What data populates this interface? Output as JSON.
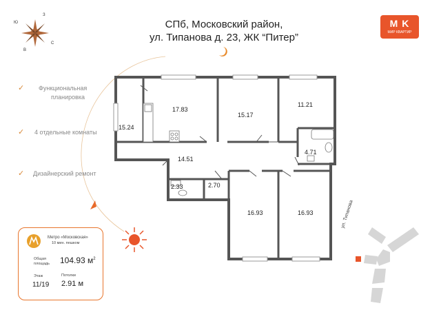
{
  "header": {
    "title_line1": "СПб, Московский район,",
    "title_line2": "ул. Типанова д. 23, ЖК “Питер”"
  },
  "logo": {
    "mark": "M K",
    "subtitle": "МИР КВАРТИР",
    "color": "#e8552b"
  },
  "compass": {
    "n": "З",
    "w": "Ю",
    "e": "С",
    "s": "В"
  },
  "features": [
    {
      "line1": "Функциональная",
      "line2": "планировка"
    },
    {
      "line1": "4 отдельные комнаты",
      "line2": ""
    },
    {
      "line1": "Дизайнерский ремонт",
      "line2": ""
    }
  ],
  "rooms": {
    "r1": "17.83",
    "r2": "15.17",
    "r3": "11.21",
    "r4": "15.24",
    "r5": "14.51",
    "r6": "4.71",
    "r7": "2.33",
    "r8": "2.70",
    "r9": "16.93",
    "r10": "16.93"
  },
  "info": {
    "metro_name": "Метро «Московская»",
    "metro_walk": "10 мин. пешком",
    "area_label_1": "Общая",
    "area_label_2": "площадь",
    "area_value": "104.93 м",
    "area_sup": "2",
    "floor_label": "Этаж",
    "floor_value": "11/19",
    "ceiling_label": "Потолки",
    "ceiling_value": "2.91 м"
  },
  "map": {
    "street": "ул. Типанова"
  },
  "colors": {
    "accent": "#e8742b",
    "wall": "#555555",
    "sun": "#e8552b"
  }
}
